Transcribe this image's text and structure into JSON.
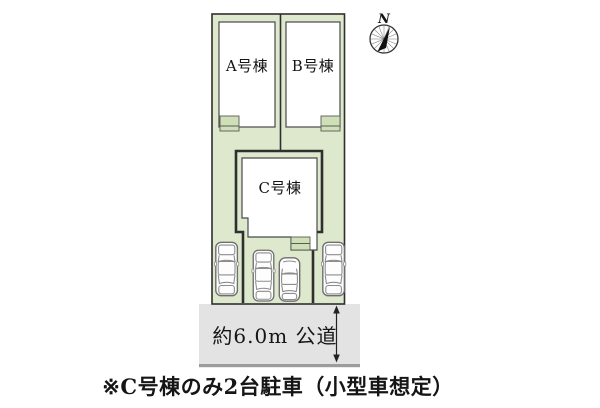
{
  "site_plan": {
    "buildings": [
      {
        "id": "A",
        "label": "A号棟"
      },
      {
        "id": "B",
        "label": "B号棟"
      },
      {
        "id": "C",
        "label": "C号棟"
      }
    ],
    "road": {
      "label": "約6.0m 公道"
    },
    "compass": {
      "north_label": "N"
    },
    "caption": "※C号棟のみ2台駐車（小型車想定）",
    "parking": {
      "visible_cars": 4
    },
    "colors": {
      "plot_green": "#dde8cd",
      "entrance_green": "#cfe0b6",
      "road_gray": "#e3e3e3",
      "road_edge_gray": "#9c9c9c",
      "outline_dark": "#2f2f2f"
    }
  }
}
